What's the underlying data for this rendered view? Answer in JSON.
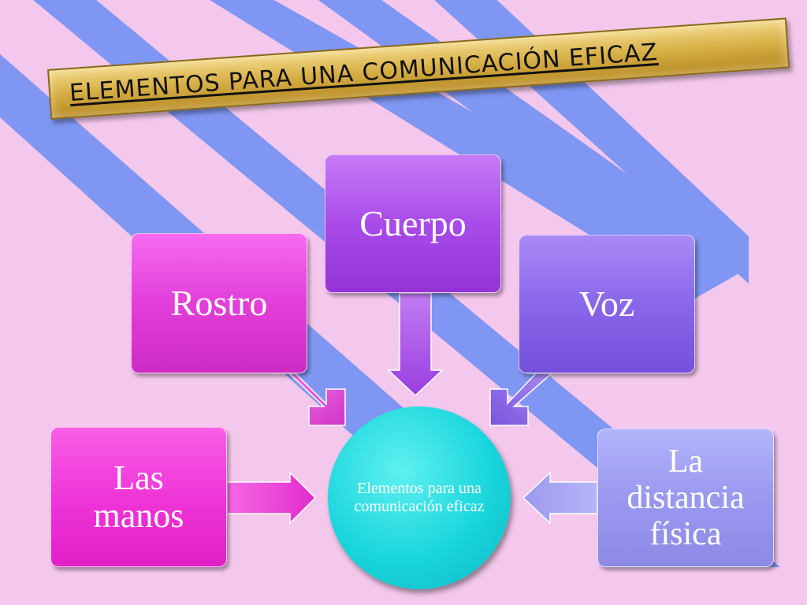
{
  "title": "ELEMENTOS PARA UNA COMUNICACIÓN EFICAZ",
  "center": {
    "label": "Elementos para una comunicación eficaz",
    "color": "#19d6dc"
  },
  "nodes": {
    "rostro": {
      "label": "Rostro",
      "color": "#e23fd9"
    },
    "cuerpo": {
      "label": "Cuerpo",
      "color": "#a94be9"
    },
    "voz": {
      "label": "Voz",
      "color": "#8a66ea"
    },
    "manos": {
      "label": "Las manos",
      "color": "#ef36d8"
    },
    "distancia": {
      "label": "La distancia física",
      "color": "#9a98ef"
    }
  },
  "colors": {
    "background": "#f4c8ec",
    "stripe": "#7f96f2",
    "banner": "#d9b24a"
  }
}
